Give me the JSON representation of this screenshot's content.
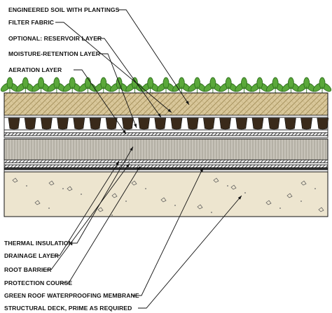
{
  "labels_top": [
    "ENGINEERED SOIL WITH PLANTINGS",
    "FILTER FABRIC",
    "OPTIONAL: RESERVOIR LAYER",
    "MOISTURE-RETENTION LAYER",
    "AERATION LAYER"
  ],
  "labels_bottom": [
    "THERMAL INSULATION",
    "DRAINAGE LAYER",
    "ROOT BARRIER",
    "PROTECTION COURSE",
    "GREEN ROOF WATERPROOFING MEMBRANE",
    "STRUCTURAL DECK, PRIME AS REQUIRED"
  ],
  "colors": {
    "plant": "#5aa83a",
    "plant_dark": "#2f6f1e",
    "soil": "#d9c79a",
    "insulation": "#c8c4ba",
    "deck": "#ede5cf",
    "line": "#111111"
  }
}
